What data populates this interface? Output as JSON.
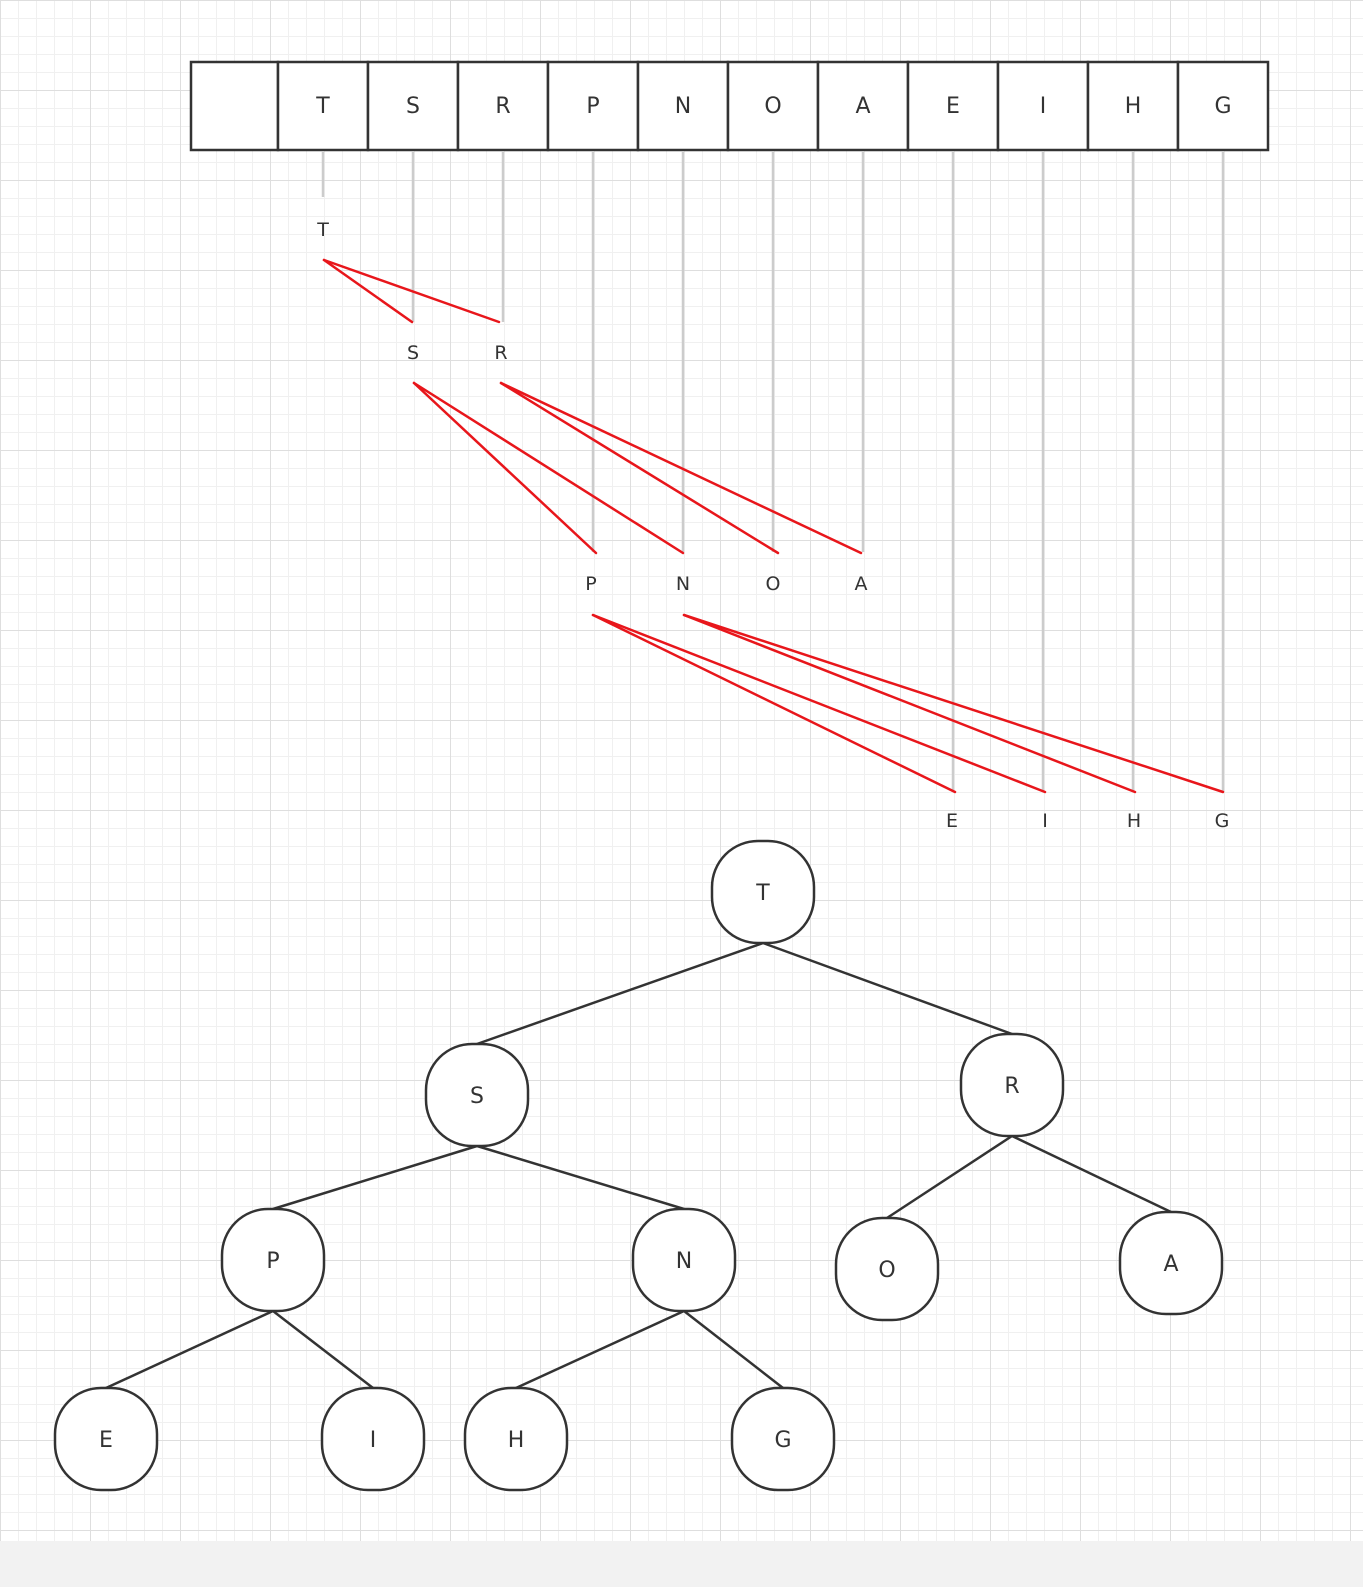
{
  "array": {
    "cells": [
      "",
      "T",
      "S",
      "R",
      "P",
      "N",
      "O",
      "A",
      "E",
      "I",
      "H",
      "G"
    ]
  },
  "levels": [
    [
      "T"
    ],
    [
      "S",
      "R"
    ],
    [
      "P",
      "N",
      "O",
      "A"
    ],
    [
      "E",
      "I",
      "H",
      "G"
    ]
  ],
  "tree": {
    "nodes": [
      {
        "id": "T",
        "label": "T"
      },
      {
        "id": "S",
        "label": "S"
      },
      {
        "id": "R",
        "label": "R"
      },
      {
        "id": "P",
        "label": "P"
      },
      {
        "id": "N",
        "label": "N"
      },
      {
        "id": "O",
        "label": "O"
      },
      {
        "id": "A",
        "label": "A"
      },
      {
        "id": "E",
        "label": "E"
      },
      {
        "id": "I",
        "label": "I"
      },
      {
        "id": "H",
        "label": "H"
      },
      {
        "id": "G",
        "label": "G"
      }
    ],
    "edges": [
      [
        "T",
        "S"
      ],
      [
        "T",
        "R"
      ],
      [
        "S",
        "P"
      ],
      [
        "S",
        "N"
      ],
      [
        "R",
        "O"
      ],
      [
        "R",
        "A"
      ],
      [
        "P",
        "E"
      ],
      [
        "P",
        "I"
      ],
      [
        "N",
        "H"
      ],
      [
        "N",
        "G"
      ]
    ]
  },
  "colors": {
    "red_edge": "#e8161b",
    "gray_line": "#cccccc",
    "stroke": "#333333"
  }
}
